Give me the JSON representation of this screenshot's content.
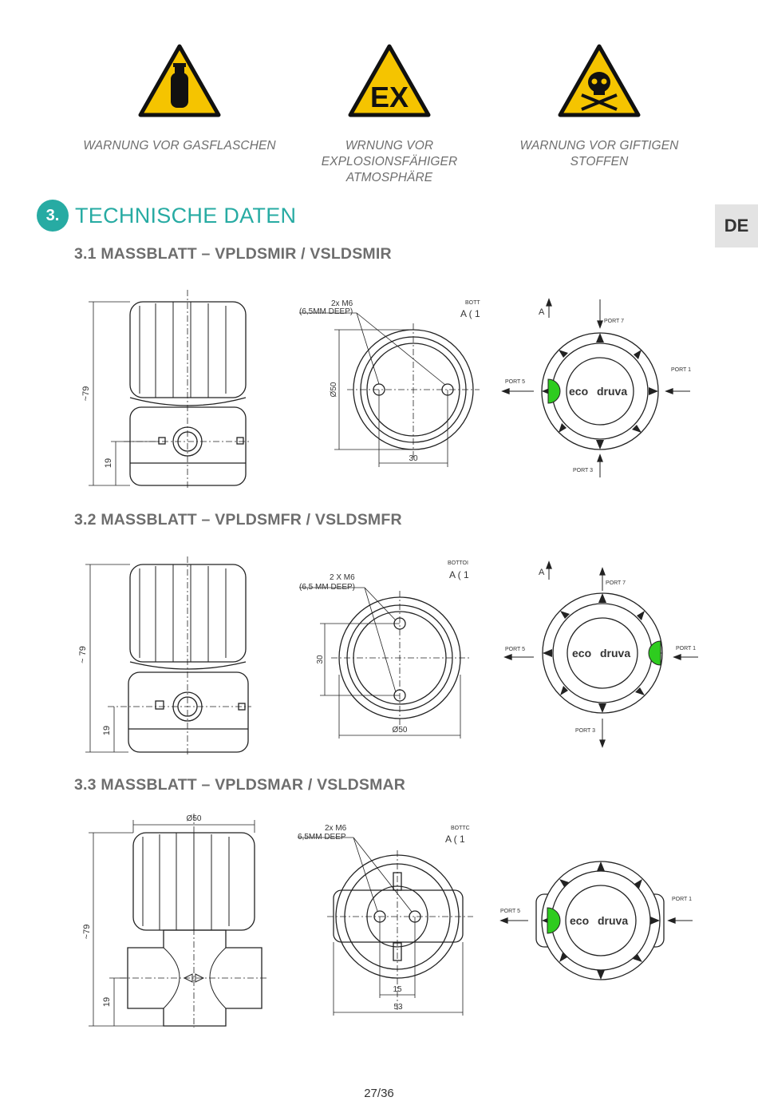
{
  "warnings": [
    {
      "icon": "gas-cylinder-icon",
      "label_lines": [
        "WARNUNG VOR GASFLASCHEN"
      ]
    },
    {
      "icon": "explosive-atmosphere-icon",
      "symbol": "EX",
      "label_lines": [
        "WRNUNG VOR",
        "EXPLOSIONSFÄHIGER",
        "ATMOSPHÄRE"
      ]
    },
    {
      "icon": "toxic-skull-icon",
      "label_lines": [
        "WARNUNG VOR GIFTIGEN",
        "STOFFEN"
      ]
    }
  ],
  "section": {
    "number": "3.",
    "title": "TECHNISCHE DATEN"
  },
  "language_tab": "DE",
  "subsections": [
    {
      "title": "3.1 MASSBLATT – VPLDSMIR / VSLDSMIR",
      "side": {
        "dim_total": "~79",
        "dim_low": "19"
      },
      "bottom": {
        "thread": "2x M6",
        "depth": "(6,5MM DEEP)",
        "cut_a": "BOTT",
        "cut_b": "A ( 1",
        "dia": "Ø50",
        "span": "30"
      },
      "top": {
        "a": "A",
        "p7": "PORT 7",
        "p1": "PORT 1",
        "p5": "PORT 5",
        "p3": "PORT 3",
        "logo_a": "eco",
        "logo_b": "druva"
      }
    },
    {
      "title": "3.2 MASSBLATT – VPLDSMFR / VSLDSMFR",
      "side": {
        "dim_total": "~ 79",
        "dim_low": "19"
      },
      "bottom": {
        "thread": "2 X M6",
        "depth": "(6,5 MM DEEP)",
        "cut_a": "BOTTOI",
        "cut_b": "A ( 1",
        "span": "30",
        "dia": "Ø50"
      },
      "top": {
        "a": "A",
        "p7": "PORT 7",
        "p1": "PORT 1",
        "p5": "PORT 5",
        "p3": "PORT 3",
        "logo_a": "eco",
        "logo_b": "druva"
      }
    },
    {
      "title": "3.3 MASSBLATT – VPLDSMAR / VSLDSMAR",
      "side": {
        "dia": "Ø50",
        "dim_total": "~79",
        "dim_low": "19"
      },
      "bottom": {
        "thread": "2x M6",
        "depth": "6,5MM DEEP",
        "cut_a": "BOTTC",
        "cut_b": "A ( 1",
        "s15": "15",
        "s53": "53"
      },
      "top": {
        "p5": "PORT 5",
        "p1": "PORT 1",
        "logo_a": "eco",
        "logo_b": "druva"
      }
    }
  ],
  "page_number": "27/36",
  "colors": {
    "accent": "#27aba3",
    "warning_yellow": "#f5c400",
    "port_green": "#2ecc1f"
  }
}
